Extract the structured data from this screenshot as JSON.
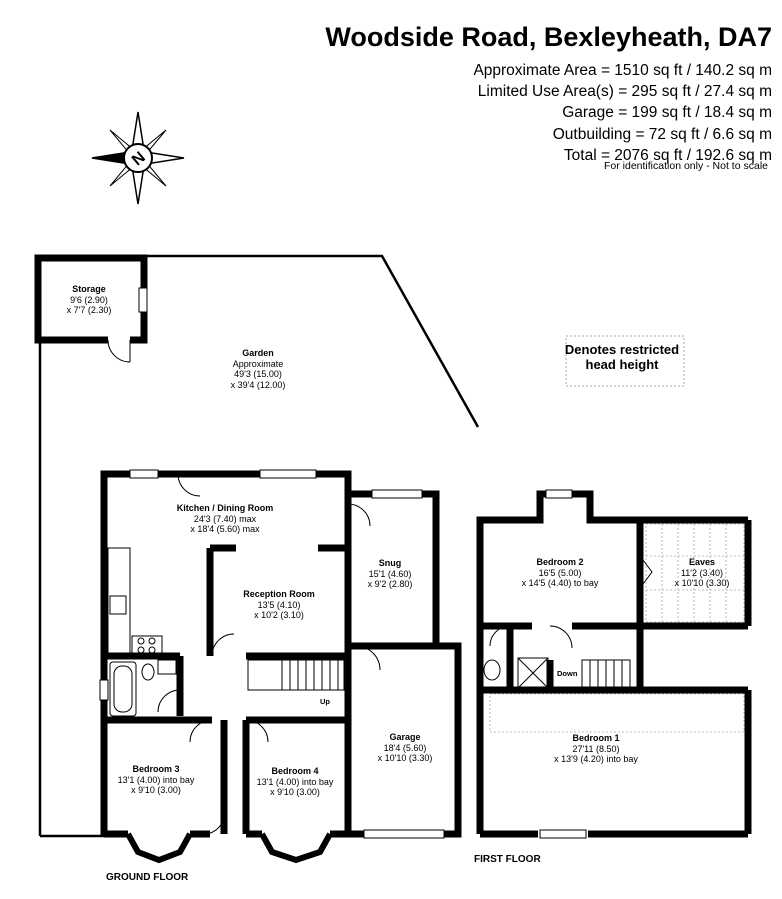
{
  "title": "Woodside Road, Bexleyheath, DA7",
  "areas": [
    "Approximate Area = 1510 sq ft / 140.2 sq m",
    "Limited Use Area(s) = 295 sq ft / 27.4 sq m",
    "Garage = 199 sq ft / 18.4 sq m",
    "Outbuilding = 72 sq ft / 6.6 sq m",
    "Total = 2076 sq ft / 192.6 sq m"
  ],
  "note": "For identification only - Not to scale",
  "compass_letter": "N",
  "legend": "Denotes restricted head height",
  "rooms": {
    "storage": {
      "name": "Storage",
      "l1": "9'6 (2.90)",
      "l2": "x 7'7 (2.30)"
    },
    "garden": {
      "name": "Garden",
      "l1": "Approximate",
      "l2": "49'3 (15.00)",
      "l3": "x 39'4 (12.00)"
    },
    "kitchen": {
      "name": "Kitchen / Dining Room",
      "l1": "24'3 (7.40) max",
      "l2": "x 18'4 (5.60) max"
    },
    "snug": {
      "name": "Snug",
      "l1": "15'1 (4.60)",
      "l2": "x 9'2 (2.80)"
    },
    "reception": {
      "name": "Reception Room",
      "l1": "13'5 (4.10)",
      "l2": "x 10'2 (3.10)"
    },
    "garage": {
      "name": "Garage",
      "l1": "18'4 (5.60)",
      "l2": "x 10'10 (3.30)"
    },
    "bedroom3": {
      "name": "Bedroom 3",
      "l1": "13'1 (4.00) into bay",
      "l2": "x 9'10 (3.00)"
    },
    "bedroom4": {
      "name": "Bedroom 4",
      "l1": "13'1 (4.00) into bay",
      "l2": "x 9'10 (3.00)"
    },
    "bedroom2": {
      "name": "Bedroom 2",
      "l1": "16'5 (5.00)",
      "l2": "x 14'5 (4.40) to bay"
    },
    "eaves": {
      "name": "Eaves",
      "l1": "11'2 (3.40)",
      "l2": "x 10'10 (3.30)"
    },
    "bedroom1": {
      "name": "Bedroom 1",
      "l1": "27'11 (8.50)",
      "l2": "x 13'9 (4.20) into bay"
    }
  },
  "stairs_up": "Up",
  "stairs_down": "Down",
  "ground_floor": "GROUND FLOOR",
  "first_floor": "FIRST FLOOR"
}
